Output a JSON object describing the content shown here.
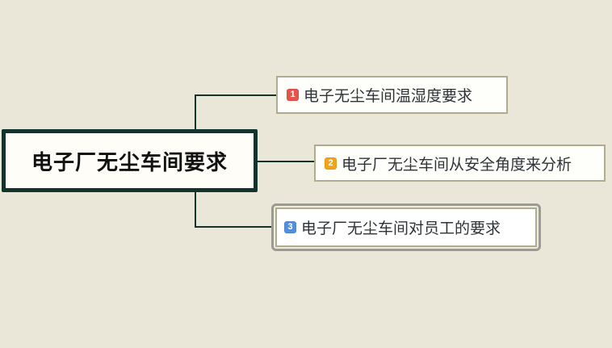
{
  "canvas": {
    "background_color": "#eae7d9",
    "connector_color": "#13332c"
  },
  "root": {
    "label": "电子厂无尘车间要求",
    "border_color": "#13332c",
    "background_color": "#fefdf8",
    "text_color": "#111111"
  },
  "children": [
    {
      "badge": "1",
      "badge_color": "#e6534b",
      "label": "电子无尘车间温湿度要求",
      "selected": false
    },
    {
      "badge": "2",
      "badge_color": "#f0a41a",
      "label": "电子厂无尘车间从安全角度来分析",
      "selected": false
    },
    {
      "badge": "3",
      "badge_color": "#548edb",
      "label": "电子厂无尘车间对员工的要求",
      "selected": true
    }
  ],
  "styles": {
    "child_border_color": "#b0ac8e",
    "selection_ring_color": "#9b9b92",
    "child_text_color": "#2e3338"
  }
}
